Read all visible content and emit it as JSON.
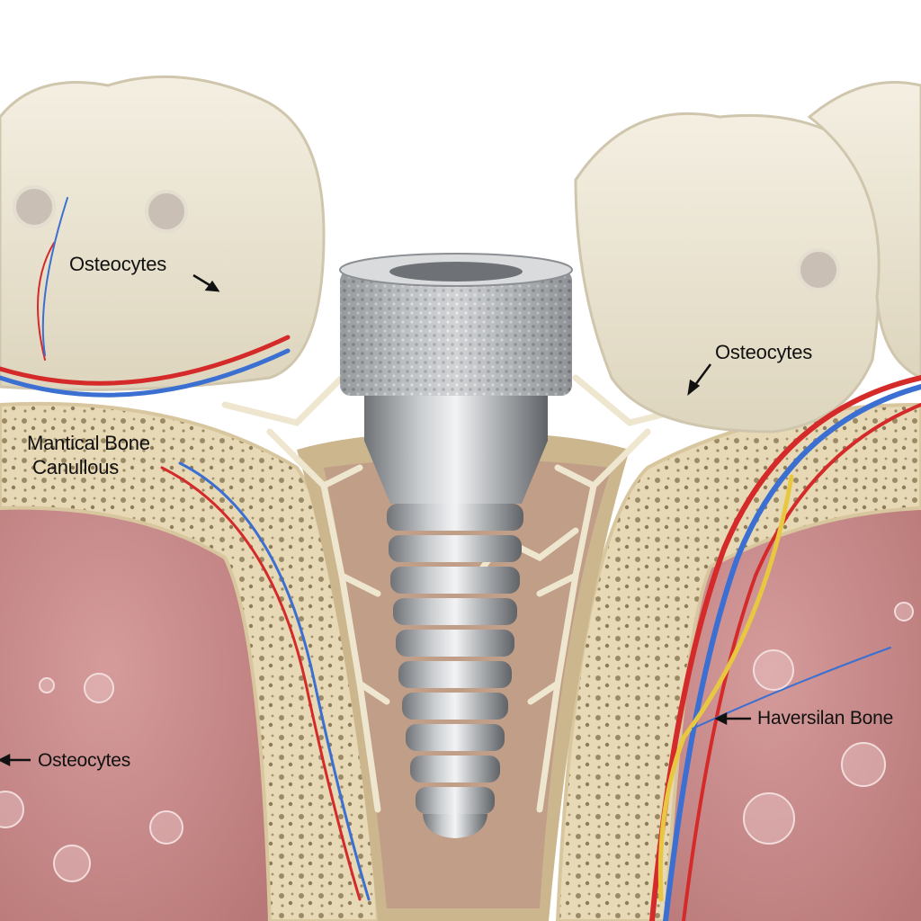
{
  "diagram": {
    "subject": "Dental implant integrated in jaw bone cross-section",
    "labels": [
      {
        "id": "osteocytes-top-left",
        "text": "Osteocytes",
        "arrow": "down-right"
      },
      {
        "id": "mantical-bone",
        "text": "Mantical Bone",
        "arrow": "none"
      },
      {
        "id": "canullous",
        "text": "Canullous",
        "arrow": "none"
      },
      {
        "id": "osteocytes-top-right",
        "text": "Osteocytes",
        "arrow": "down-left"
      },
      {
        "id": "haversilan-bone",
        "text": "Haversilan Bone",
        "arrow": "left"
      },
      {
        "id": "osteocytes-bottom-left",
        "text": "Osteocytes",
        "arrow": "left"
      }
    ],
    "components": [
      "teeth",
      "titanium implant",
      "cortical bone",
      "cancellous bone",
      "gum tissue",
      "blood vessels",
      "nerve"
    ],
    "colors": {
      "tooth": "#ece6d2",
      "bone": "#e7d7b4",
      "gum": "#c98a8a",
      "implant": "#a9acb0",
      "artery": "#d42a2a",
      "vein": "#3b6fd1",
      "nerve": "#e8c840",
      "trabecula": "#efe6cf"
    }
  }
}
